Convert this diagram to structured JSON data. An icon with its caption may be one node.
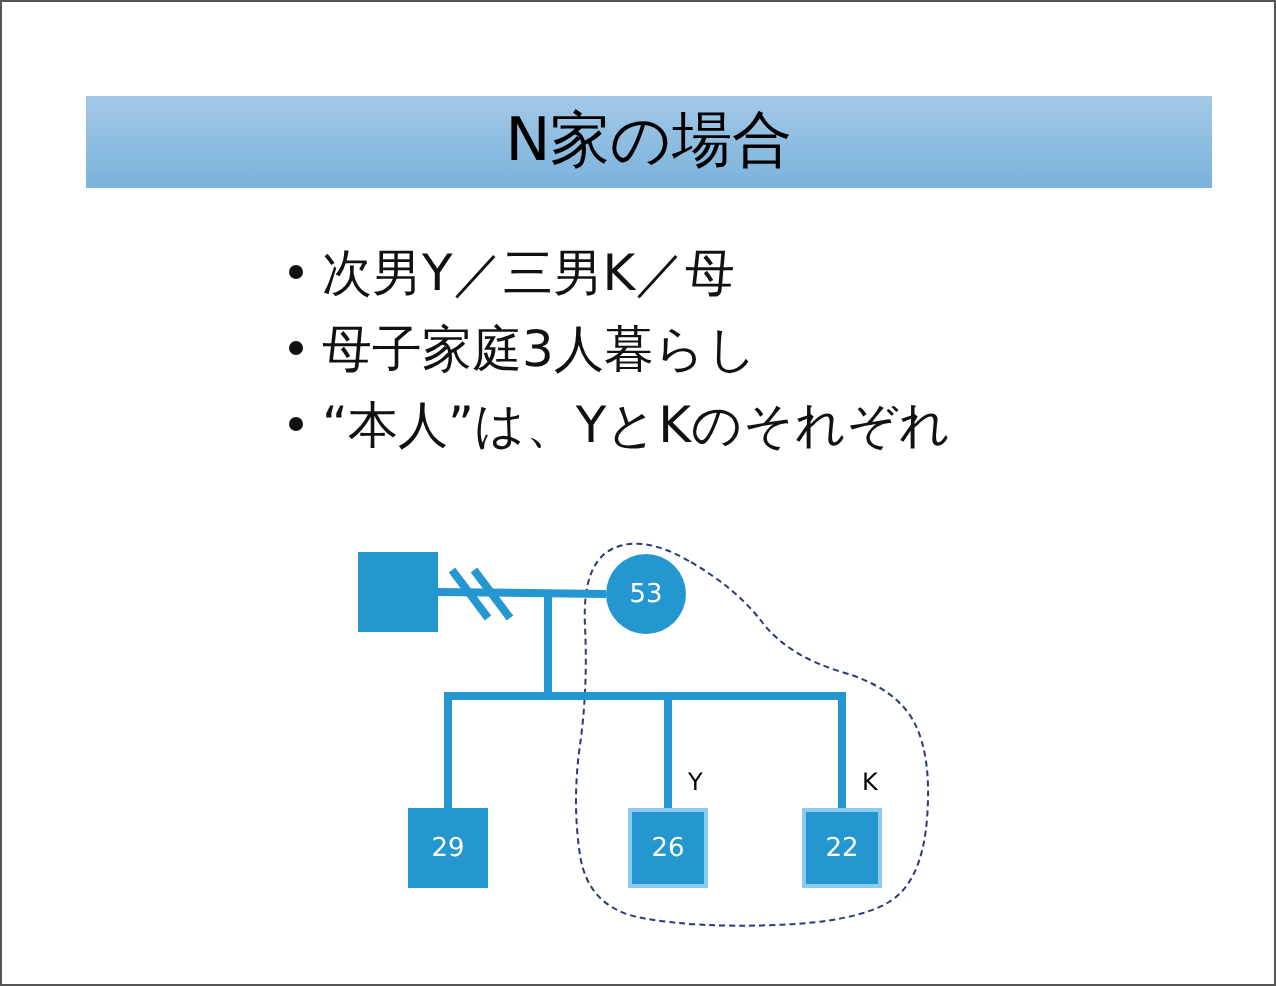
{
  "diagram": {
    "title": "N家の場合",
    "nodes": [
      {
        "text": [],
        "shape": "box"
      },
      {
        "text": [
          "53"
        ]
      },
      {
        "text": [
          "29"
        ]
      },
      {
        "text": [
          "26"
        ],
        "beside": [
          "Y"
        ]
      },
      {
        "text": [
          "22"
        ],
        "beside": [
          "K"
        ]
      }
    ],
    "edges": [
      {
        "from": 0,
        "to": 1,
        "arrow": "none"
      },
      {
        "from": null,
        "to": 2,
        "arrow": "none"
      },
      {
        "from": null,
        "to": 3,
        "arrow": "none"
      },
      {
        "from": null,
        "to": 4,
        "arrow": "none"
      }
    ],
    "labels": [
      "次男Y／三男K／母",
      "母子家庭3人暮らし",
      "“本人”は、YとKのそれぞれ"
    ]
  }
}
